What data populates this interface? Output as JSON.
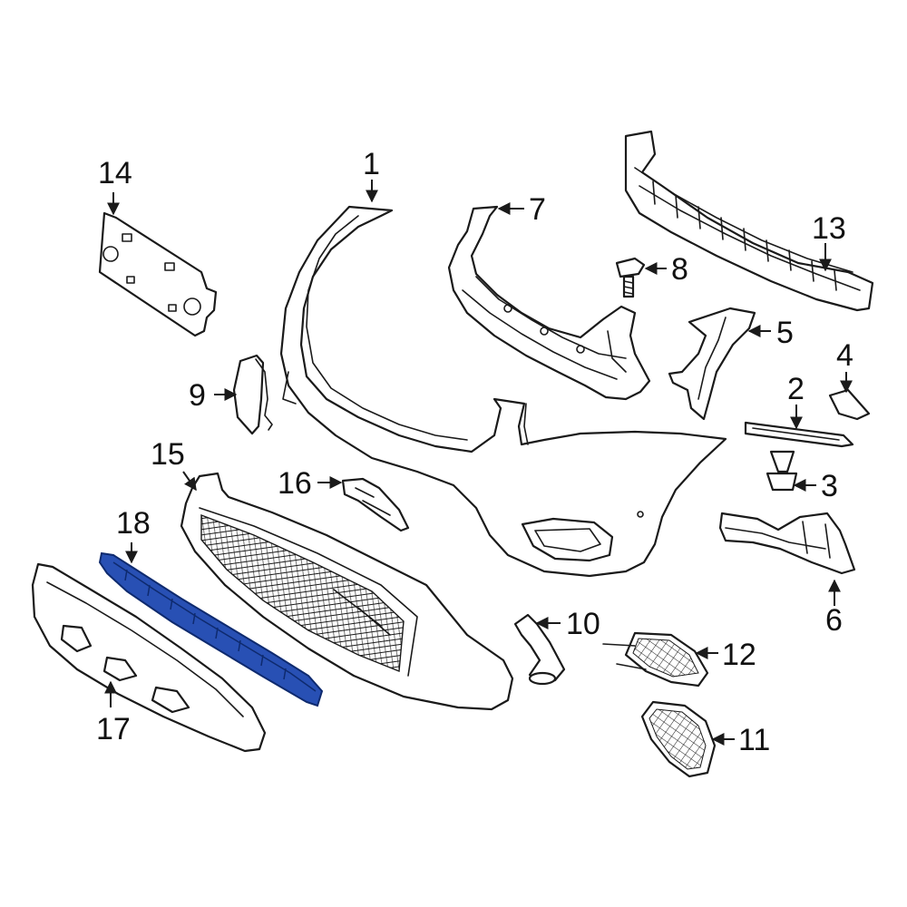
{
  "diagram": {
    "highlight_color": "#2850b4",
    "line_color": "#1a1a1a",
    "callouts": [
      {
        "id": "1",
        "label": "1"
      },
      {
        "id": "2",
        "label": "2"
      },
      {
        "id": "3",
        "label": "3"
      },
      {
        "id": "4",
        "label": "4"
      },
      {
        "id": "5",
        "label": "5"
      },
      {
        "id": "6",
        "label": "6"
      },
      {
        "id": "7",
        "label": "7"
      },
      {
        "id": "8",
        "label": "8"
      },
      {
        "id": "9",
        "label": "9"
      },
      {
        "id": "10",
        "label": "10"
      },
      {
        "id": "11",
        "label": "11"
      },
      {
        "id": "12",
        "label": "12"
      },
      {
        "id": "13",
        "label": "13"
      },
      {
        "id": "14",
        "label": "14"
      },
      {
        "id": "15",
        "label": "15"
      },
      {
        "id": "16",
        "label": "16"
      },
      {
        "id": "17",
        "label": "17"
      },
      {
        "id": "18",
        "label": "18",
        "highlighted": true
      }
    ]
  }
}
